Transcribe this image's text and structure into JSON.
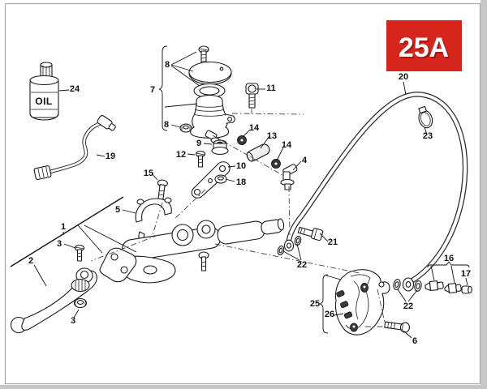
{
  "badge": {
    "text": "25A",
    "color": "#d6251d"
  },
  "oil_bottle": {
    "text": "OIL"
  },
  "labels": {
    "p1": "1",
    "p2": "2",
    "p3a": "3",
    "p3b": "3",
    "p4": "4",
    "p5": "5",
    "p6": "6",
    "p7": "7",
    "p8a": "8",
    "p8b": "8",
    "p9": "9",
    "p10": "10",
    "p11": "11",
    "p12": "12",
    "p13": "13",
    "p14a": "14",
    "p14b": "14",
    "p15": "15",
    "p16": "16",
    "p17": "17",
    "p18": "18",
    "p19": "19",
    "p20": "20",
    "p21": "21",
    "p22a": "22",
    "p22b": "22",
    "p23": "23",
    "p24": "24",
    "p25": "25",
    "p26": "26"
  },
  "colors": {
    "line": "#1a1a1a",
    "frame": "#a8a8a8",
    "badge_red": "#d6251d"
  }
}
